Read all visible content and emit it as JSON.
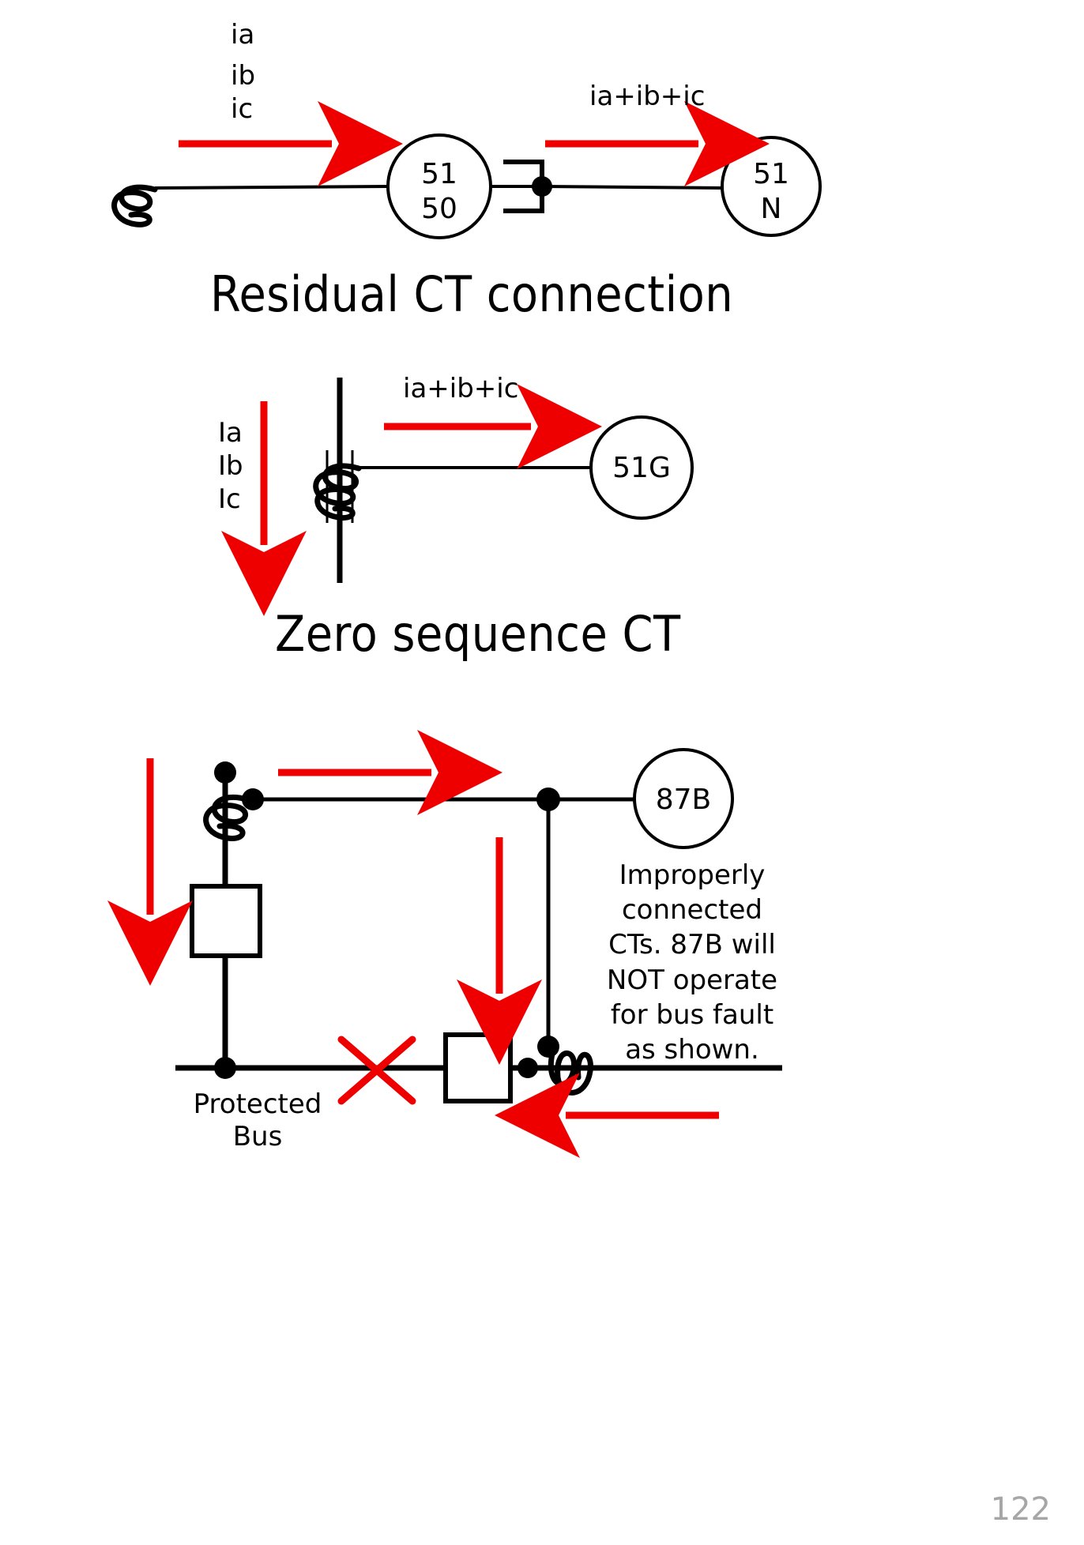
{
  "page": {
    "number": "122",
    "background": "#ffffff",
    "accent_red": "#ee0000",
    "ink": "#000000"
  },
  "diagram1": {
    "title": "Residual CT connection",
    "phase_labels": "ia\nib\nic",
    "phase_a": "ia",
    "phase_b": "ib",
    "phase_c": "ic",
    "sum_label": "ia+ib+ic",
    "relay_main": "51\n50",
    "relay_main_line1": "51",
    "relay_main_line2": "50",
    "relay_ground": "51\nN",
    "relay_ground_line1": "51",
    "relay_ground_line2": "N",
    "arrow_left_direction": "right",
    "arrow_right_direction": "right"
  },
  "diagram2": {
    "title": "Zero sequence CT",
    "phase_labels": "Ia\nIb\nIc",
    "phase_a": "Ia",
    "phase_b": "Ib",
    "phase_c": "Ic",
    "sum_label": "ia+ib+ic",
    "relay": "51G",
    "arrow_down_direction": "down",
    "arrow_right_direction": "right"
  },
  "diagram3": {
    "relay": "87B",
    "note": "Improperly connected CTs.  87B will NOT operate for bus fault as shown.",
    "note_lines": [
      "Improperly",
      "connected",
      "CTs.  87B will",
      "NOT operate",
      "for bus fault",
      "as shown."
    ],
    "bus_label": "Protected\nBus",
    "bus_label_line1": "Protected",
    "bus_label_line2": "Bus",
    "fault_marker": "x-cross-marker",
    "arrow_left_direction": "down",
    "arrow_top_direction": "right",
    "arrow_mid_direction": "down",
    "arrow_bottom_direction": "left"
  }
}
